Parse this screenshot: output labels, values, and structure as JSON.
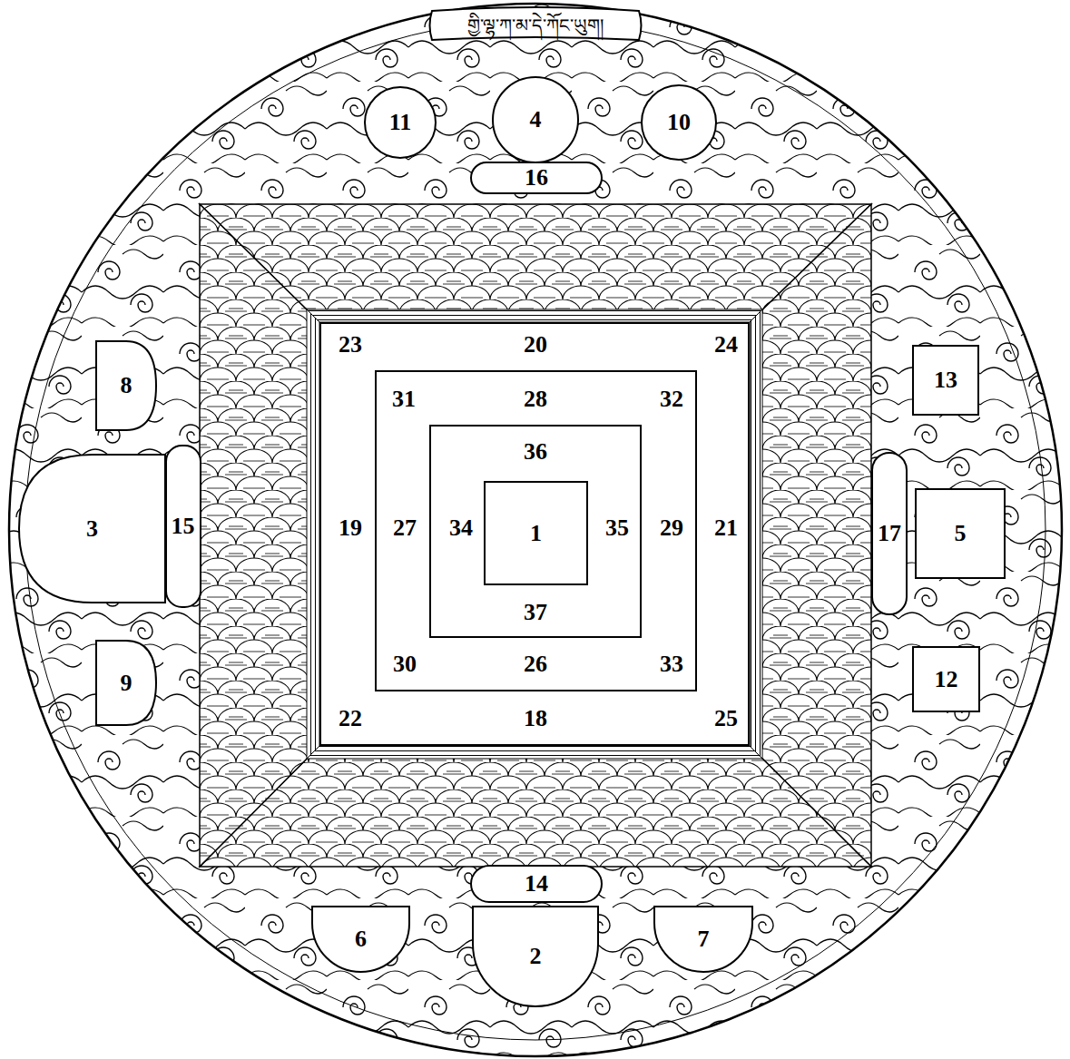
{
  "diagram": {
    "nodes": [
      {
        "text": [
          "གྱི་ལྷ་ཀ་མ་དེ་ཀོང་ཡུག།"
        ]
      },
      {
        "text": [
          "11"
        ]
      },
      {
        "text": [
          "4"
        ]
      },
      {
        "text": [
          "10"
        ]
      },
      {
        "text": [
          "16"
        ]
      },
      {
        "text": [
          "8"
        ]
      },
      {
        "text": [
          "13"
        ]
      },
      {
        "text": [
          "3"
        ]
      },
      {
        "text": [
          "15"
        ]
      },
      {
        "text": [
          "17"
        ]
      },
      {
        "text": [
          "5"
        ]
      },
      {
        "text": [
          "9"
        ]
      },
      {
        "text": [
          "12"
        ]
      },
      {
        "text": [
          "23",
          "20",
          "24",
          "19",
          "21",
          "22",
          "18",
          "25"
        ]
      },
      {
        "text": [
          "31",
          "28",
          "32",
          "27",
          "29",
          "30",
          "26",
          "33"
        ],
        "in": 13
      },
      {
        "text": [
          "36",
          "34",
          "35",
          "37"
        ],
        "in": 14
      },
      {
        "text": [
          "1"
        ],
        "in": 15
      },
      {
        "text": [
          "14"
        ]
      },
      {
        "text": [
          "6"
        ]
      },
      {
        "text": [
          "2"
        ]
      },
      {
        "text": [
          "7"
        ]
      }
    ]
  }
}
